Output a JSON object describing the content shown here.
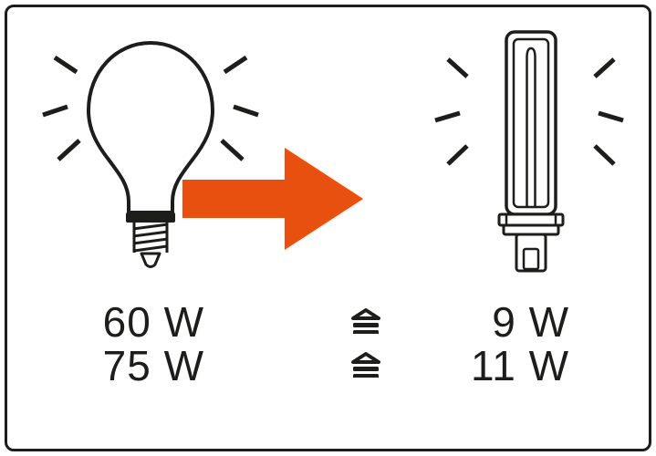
{
  "colors": {
    "arrow": "#e8500f",
    "ink": "#1d1d1b",
    "background": "#ffffff"
  },
  "equivalence_symbol": "≙",
  "icons": {
    "left": "incandescent-bulb-icon",
    "between": "conversion-arrow-icon",
    "right": "cfl-lamp-icon"
  },
  "comparison": {
    "rows": [
      {
        "incandescent": "60 W",
        "cfl": "9 W"
      },
      {
        "incandescent": "75 W",
        "cfl": "11 W"
      }
    ]
  }
}
